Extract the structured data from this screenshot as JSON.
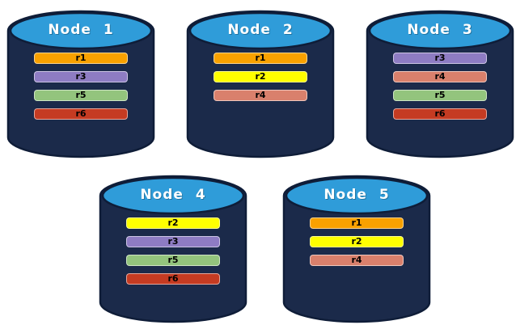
{
  "colors": {
    "background": "#FFFFFF",
    "cylinder_body": "#1B2A4A",
    "cylinder_outline": "#0F1D38",
    "cylinder_top": "#2F9CD9",
    "node_title_text": "#FFFFFF",
    "partition_label_text": "#000000"
  },
  "partition_color_legend": {
    "r1": "#F9A100",
    "r2": "#FFFF00",
    "r3": "#8E7CC3",
    "r4": "#D9806C",
    "r5": "#93C47D",
    "r6": "#C53B22"
  },
  "nodes": [
    {
      "title": "Node 1",
      "partitions": [
        {
          "label": "r1",
          "color": "#F9A100"
        },
        {
          "label": "r3",
          "color": "#8E7CC3"
        },
        {
          "label": "r5",
          "color": "#93C47D"
        },
        {
          "label": "r6",
          "color": "#C53B22"
        }
      ]
    },
    {
      "title": "Node 2",
      "partitions": [
        {
          "label": "r1",
          "color": "#F9A100"
        },
        {
          "label": "r2",
          "color": "#FFFF00"
        },
        {
          "label": "r4",
          "color": "#D9806C"
        }
      ]
    },
    {
      "title": "Node 3",
      "partitions": [
        {
          "label": "r3",
          "color": "#8E7CC3"
        },
        {
          "label": "r4",
          "color": "#D9806C"
        },
        {
          "label": "r5",
          "color": "#93C47D"
        },
        {
          "label": "r6",
          "color": "#C53B22"
        }
      ]
    },
    {
      "title": "Node 4",
      "partitions": [
        {
          "label": "r2",
          "color": "#FFFF00"
        },
        {
          "label": "r3",
          "color": "#8E7CC3"
        },
        {
          "label": "r5",
          "color": "#93C47D"
        },
        {
          "label": "r6",
          "color": "#C53B22"
        }
      ]
    },
    {
      "title": "Node 5",
      "partitions": [
        {
          "label": "r1",
          "color": "#F9A100"
        },
        {
          "label": "r2",
          "color": "#FFFF00"
        },
        {
          "label": "r4",
          "color": "#D9806C"
        }
      ]
    }
  ]
}
